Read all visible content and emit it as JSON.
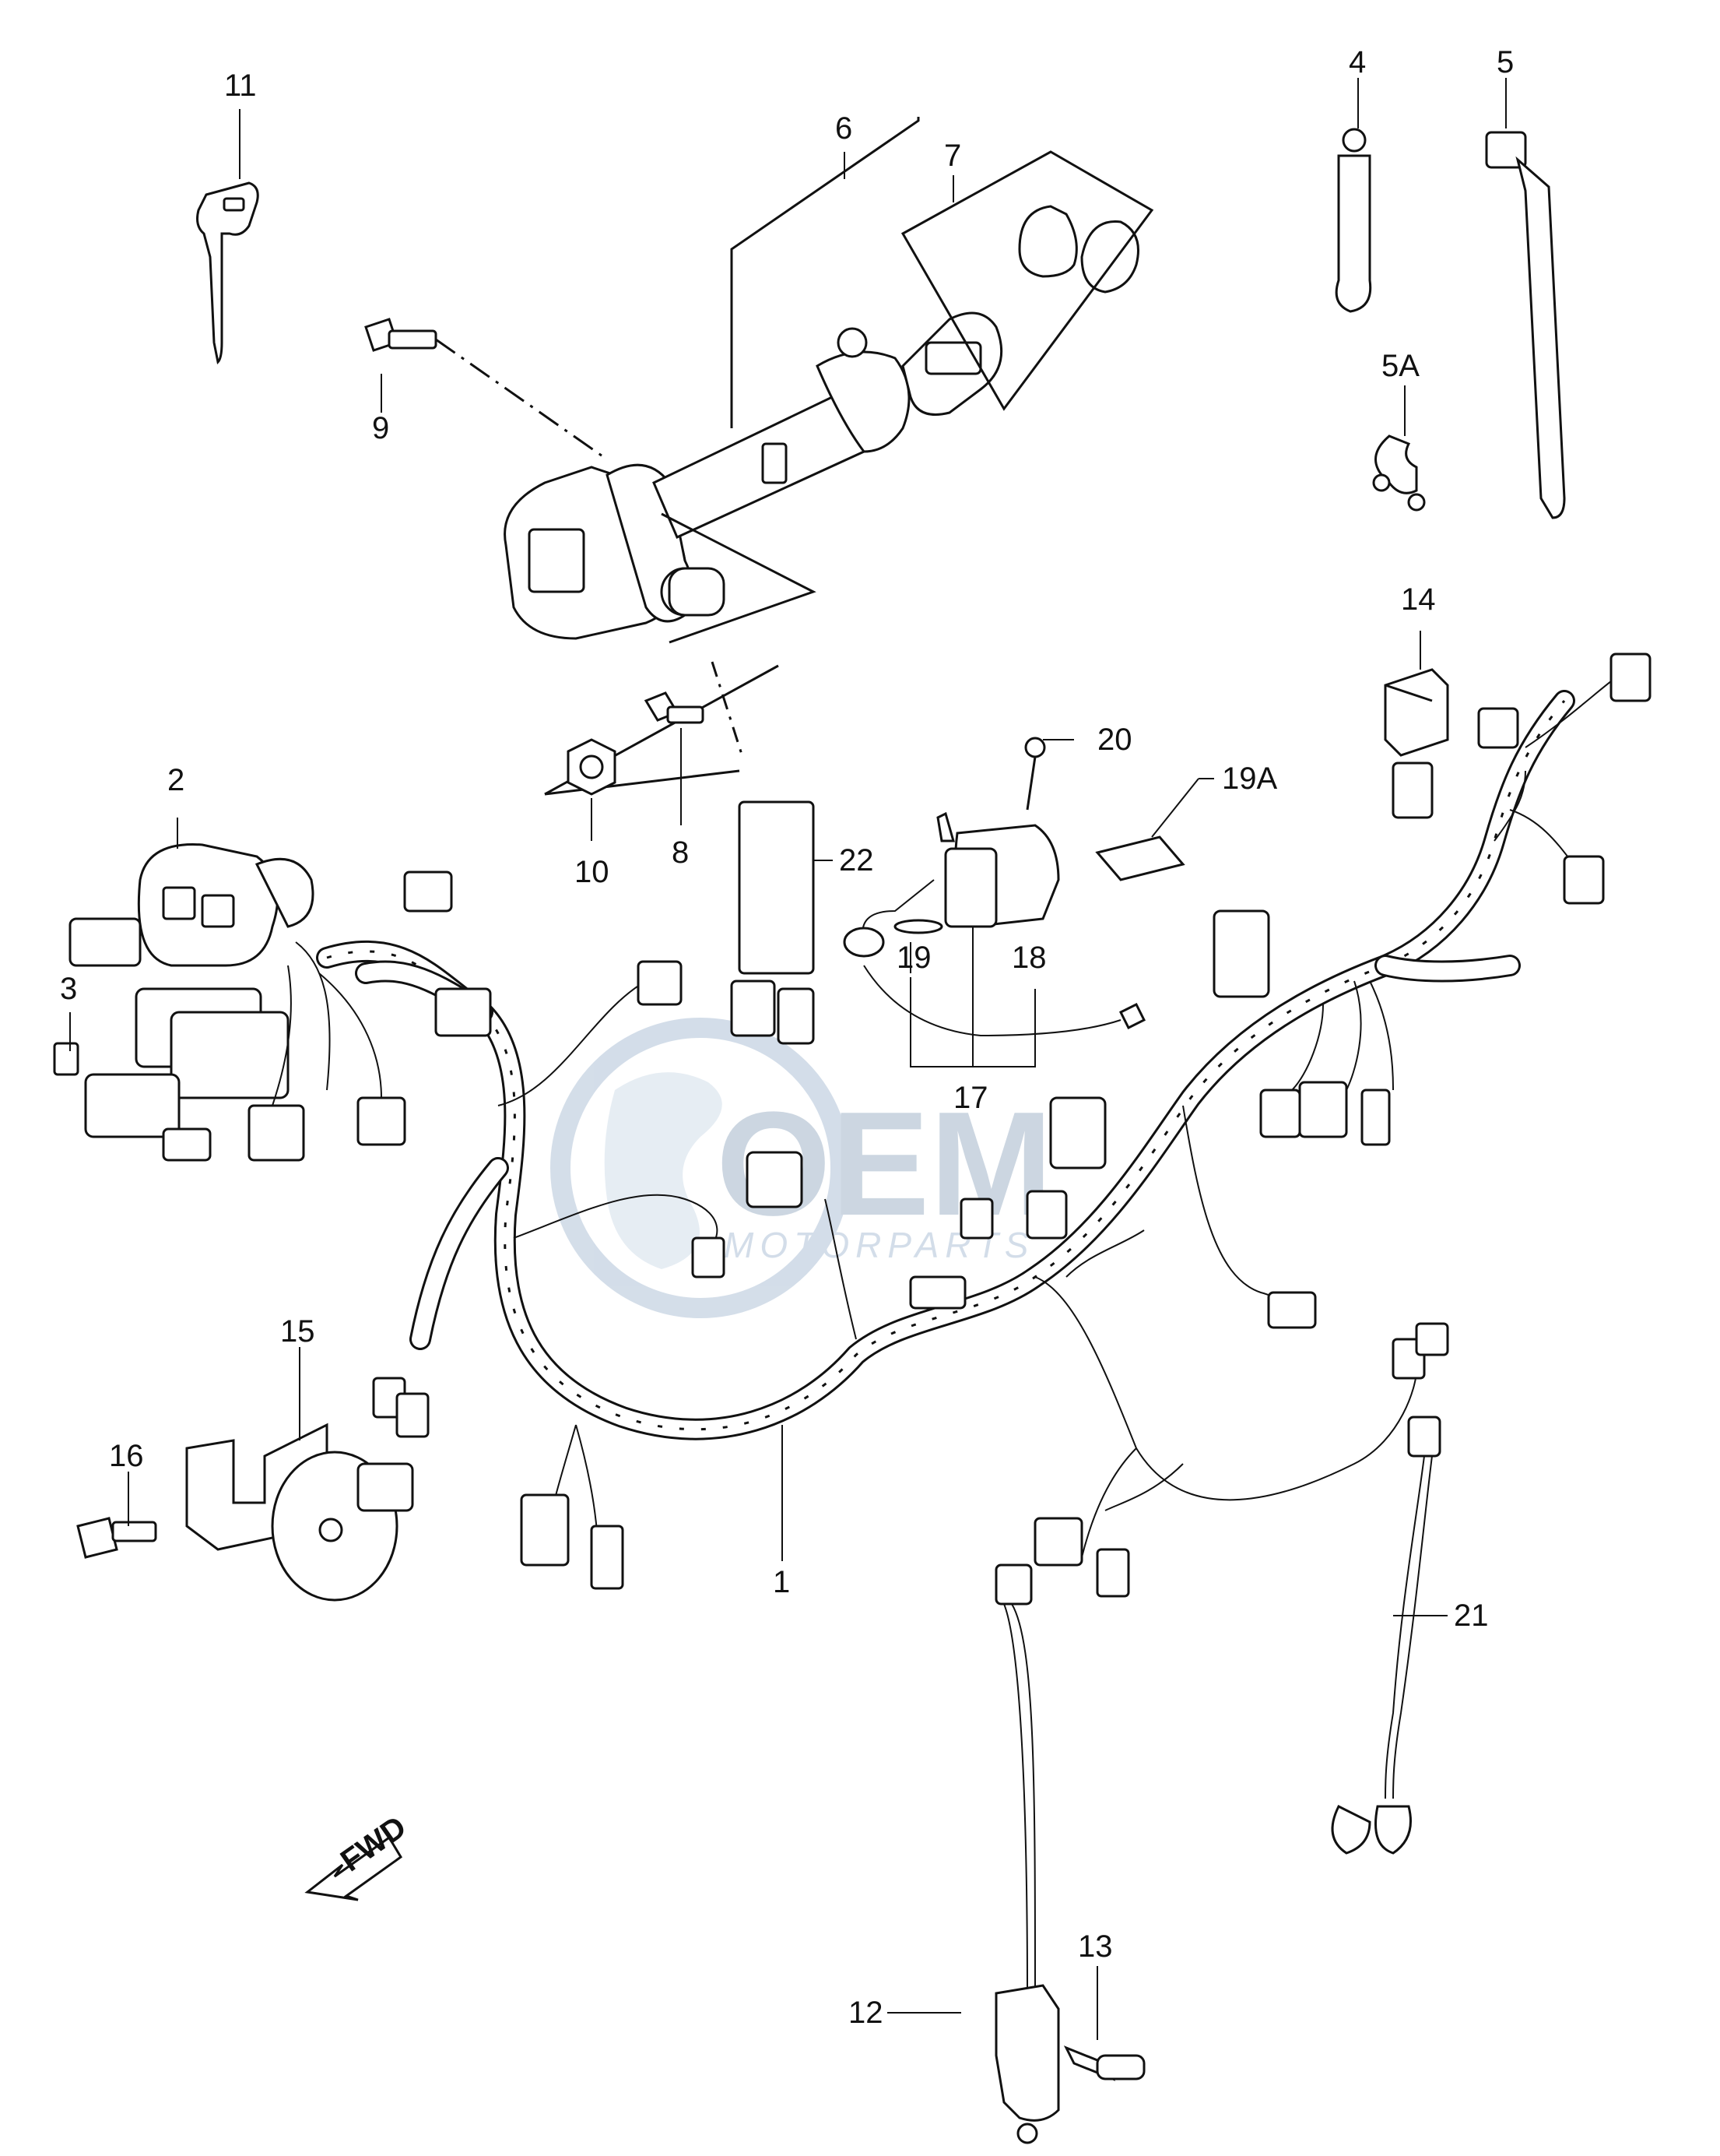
{
  "watermark": {
    "brand": "OEM",
    "tagline": "MOTORPARTS",
    "color": "#9fb6cf"
  },
  "fwd_label": "FWD",
  "callouts": {
    "c1": "1",
    "c2": "2",
    "c3": "3",
    "c4": "4",
    "c5": "5",
    "c5a": "5A",
    "c6": "6",
    "c7": "7",
    "c8": "8",
    "c9": "9",
    "c10": "10",
    "c11": "11",
    "c12": "12",
    "c13": "13",
    "c14": "14",
    "c15": "15",
    "c16": "16",
    "c17": "17",
    "c18": "18",
    "c19": "19",
    "c19a": "19A",
    "c20": "20",
    "c21": "21",
    "c22": "22"
  }
}
